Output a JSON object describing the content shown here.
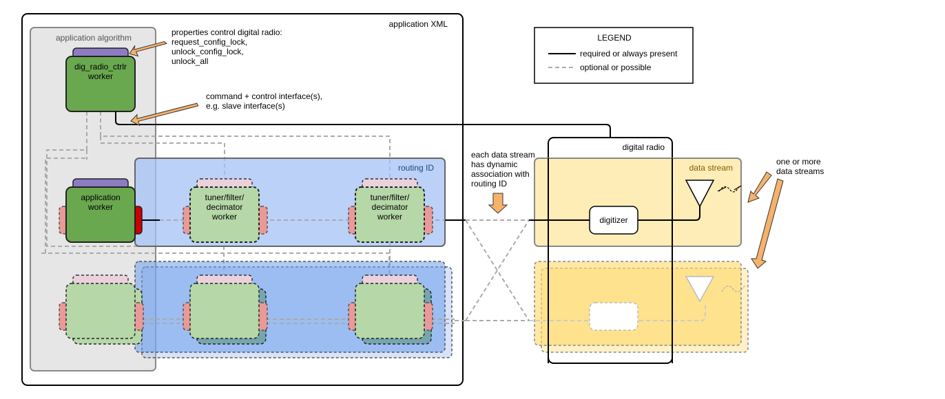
{
  "app_xml": {
    "label": "application XML"
  },
  "app_algorithm": {
    "label": "application algorithm"
  },
  "dig_radio_ctrlr": {
    "line1": "dig_radio_ctrlr",
    "line2": "worker"
  },
  "app_worker": {
    "line1": "application",
    "line2": "worker"
  },
  "tuner1": {
    "line1": "tuner/filter/",
    "line2": "decimator",
    "line3": "worker"
  },
  "tuner2": {
    "line1": "tuner/filter/",
    "line2": "decimator",
    "line3": "worker"
  },
  "routing": {
    "label": "routing ID"
  },
  "digital_radio": {
    "label": "digital radio"
  },
  "data_stream": {
    "label": "data stream"
  },
  "digitizer": {
    "label": "digitizer"
  },
  "legend": {
    "title": "LEGEND",
    "required": "required or always present",
    "optional": "optional or possible"
  },
  "notes": {
    "properties": [
      "properties control digital radio:",
      "request_config_lock,",
      "unlock_config_lock,",
      "unlock_all"
    ],
    "command": [
      "command + control interface(s),",
      "e.g. slave interface(s)"
    ],
    "dynamic": [
      "each data stream",
      "has dynamic",
      "association with",
      "routing ID"
    ],
    "streams": [
      "one or more",
      "data streams"
    ]
  },
  "colors": {
    "worker_green": "#6aa84f",
    "worker_light_green": "#b6d7a8",
    "port_purple": "#8e7cc3",
    "port_red": "#cc0000",
    "port_pink": "#ea9999",
    "routing_blue": "#a4c2f4",
    "stream_yellow": "#ffe599",
    "arrow_orange": "#f6b26b",
    "algo_gray": "#e6e6e6"
  }
}
